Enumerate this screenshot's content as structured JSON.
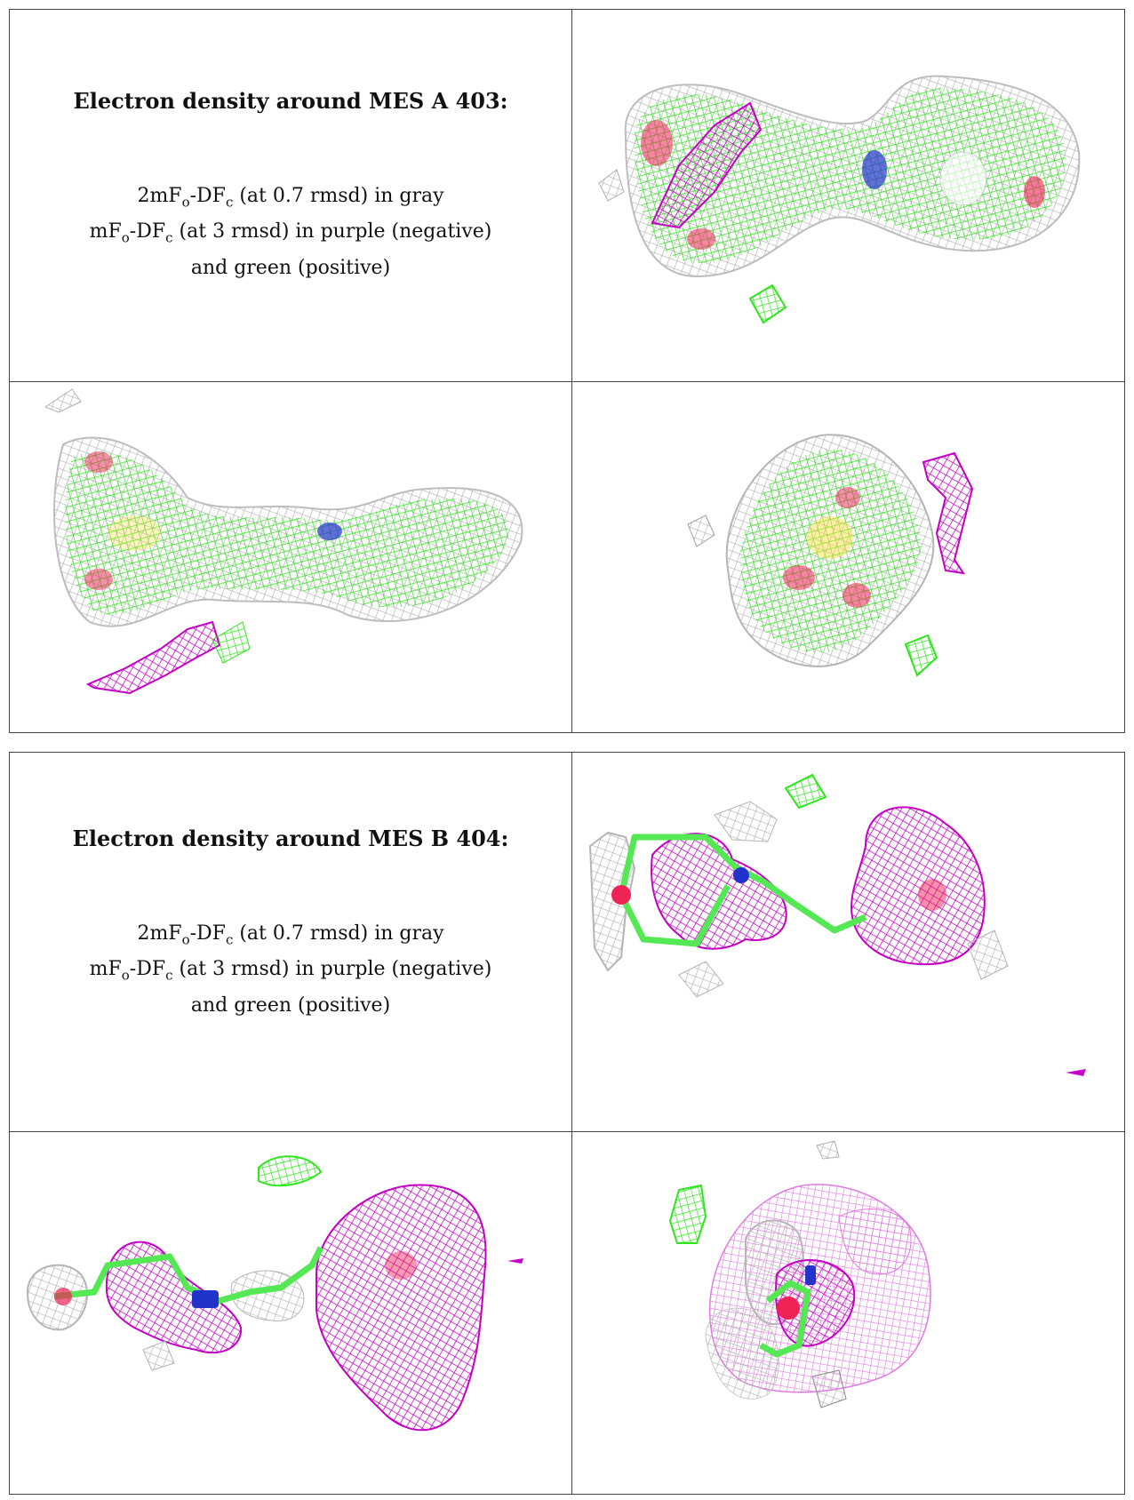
{
  "panels": [
    {
      "title": "Electron density around MES A 403:",
      "line1": {
        "a": "2mF",
        "s1": "o",
        "b": "-DF",
        "s2": "c",
        "c": " (at 0.7 rmsd) in gray"
      },
      "line2": {
        "a": "mF",
        "s1": "o",
        "b": "-DF",
        "s2": "c",
        "c": " (at 3 rmsd) in purple (negative)"
      },
      "line3": "and green (positive)"
    },
    {
      "title": "Electron density around MES B 404:",
      "line1": {
        "a": "2mF",
        "s1": "o",
        "b": "-DF",
        "s2": "c",
        "c": " (at 0.7 rmsd) in gray"
      },
      "line2": {
        "a": "mF",
        "s1": "o",
        "b": "-DF",
        "s2": "c",
        "c": " (at 3 rmsd) in purple (negative)"
      },
      "line3": "and green (positive)"
    }
  ],
  "colors": {
    "gray_mesh": "#a8a8a8",
    "green_mesh": "#33ee22",
    "purple_mesh": "#cc00cc",
    "oxygen": "#ee2255",
    "nitrogen": "#2233cc",
    "carbon_stick": "#55e855"
  }
}
